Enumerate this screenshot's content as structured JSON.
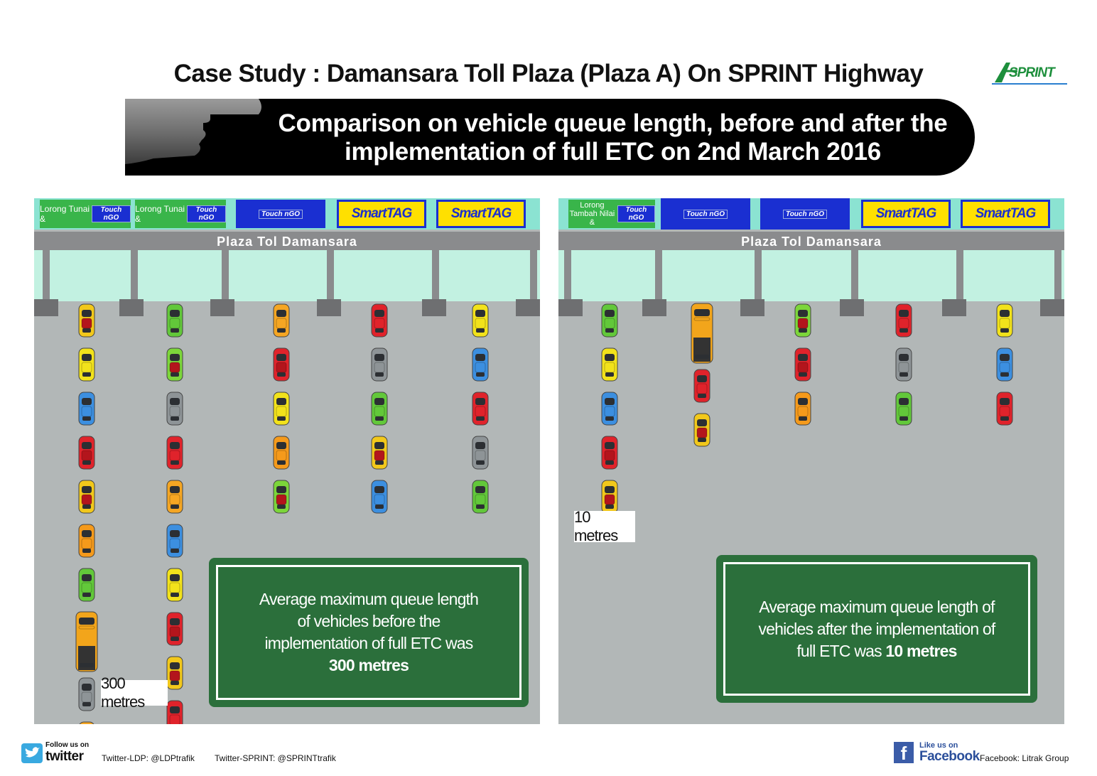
{
  "header": {
    "title": "Case Study : Damansara Toll Plaza (Plaza A) On SPRINT Highway",
    "subtitle_line1": "Comparison on vehicle queue length, before and after the",
    "subtitle_line2": "implementation of full ETC on 2nd March 2016",
    "logo_text": "SPRINT"
  },
  "colors": {
    "sign_green": "#39b54a",
    "sign_blue": "#1a2fd1",
    "smarttag_yellow": "#ffe000",
    "road": "#b2b7b7",
    "caption_green": "#2b6f3b"
  },
  "panel_before": {
    "plaza_name": "Plaza Tol Damansara",
    "signs": [
      {
        "text": "Lorong Tunai &",
        "badge": "Touch nGO",
        "kind": "green"
      },
      {
        "text": "Lorong Tunai &",
        "badge": "Touch nGO",
        "kind": "green"
      },
      {
        "text": "",
        "badge": "Touch nGO",
        "kind": "blue"
      },
      {
        "text": "SmartTAG",
        "badge": "",
        "kind": "yellow"
      },
      {
        "text": "SmartTAG",
        "badge": "",
        "kind": "yellow"
      }
    ],
    "queue_label": "300 metres",
    "caption_lines": [
      "Average maximum queue length",
      "of vehicles before the",
      "implementation of full ETC was"
    ],
    "caption_value": "300 metres",
    "lanes": [
      [
        "yellow-cab",
        "yellow",
        "blue",
        "red-pickup",
        "yellow-cab",
        "orange",
        "green",
        "truck",
        "gray",
        "orange-van"
      ],
      [
        "green",
        "green-pickup",
        "gray",
        "red",
        "orange-van",
        "blue",
        "yellow",
        "red-pickup",
        "yellow-cab",
        "red"
      ],
      [
        "orange-van",
        "red-pickup",
        "yellow",
        "orange",
        "green-pickup"
      ],
      [
        "red",
        "gray",
        "green",
        "yellow-cab",
        "blue"
      ],
      [
        "yellow",
        "blue",
        "red",
        "gray",
        "green"
      ]
    ]
  },
  "panel_after": {
    "plaza_name": "Plaza Tol Damansara",
    "signs": [
      {
        "text": "Lorong Tambah Nilai &",
        "badge": "Touch nGO",
        "kind": "green"
      },
      {
        "text": "",
        "badge": "Touch nGO",
        "kind": "blue"
      },
      {
        "text": "",
        "badge": "Touch nGO",
        "kind": "blue"
      },
      {
        "text": "SmartTAG",
        "badge": "",
        "kind": "yellow"
      },
      {
        "text": "SmartTAG",
        "badge": "",
        "kind": "yellow"
      }
    ],
    "queue_label": "10 metres",
    "caption_lines": [
      "Average maximum queue length of",
      "vehicles after the implementation of"
    ],
    "caption_prefix": "full ETC was",
    "caption_value": "10 metres",
    "lanes": [
      [
        "green",
        "yellow",
        "blue",
        "red-pickup",
        "yellow-cab"
      ],
      [
        "truck",
        "red",
        "yellow-cab"
      ],
      [
        "green-pickup",
        "red-pickup",
        "orange"
      ],
      [
        "red",
        "gray",
        "green"
      ],
      [
        "yellow",
        "blue",
        "red"
      ]
    ]
  },
  "footer": {
    "follow_us": "Follow us on",
    "twitter_word": "twitter",
    "twitter_ldp": "Twitter-LDP: @LDPtrafik",
    "twitter_sprint": "Twitter-SPRINT: @SPRINTtrafik",
    "like_us": "Like us on",
    "facebook_word": "Facebook",
    "facebook_page": "Facebook: Litrak Group"
  }
}
